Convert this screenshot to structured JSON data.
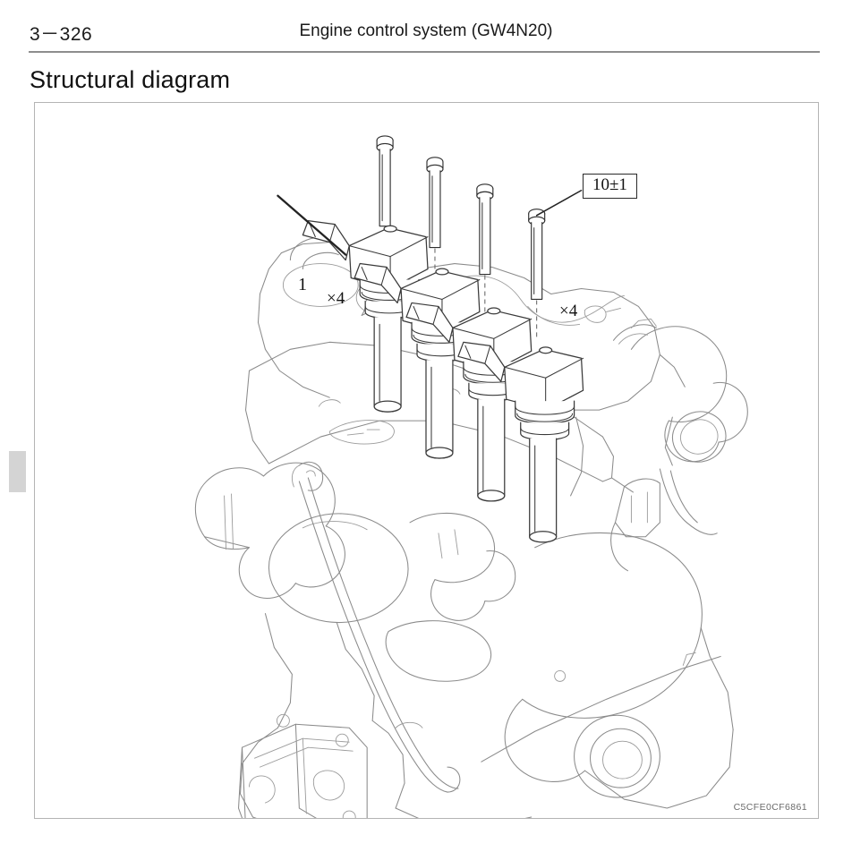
{
  "header": {
    "page_number": "3－326",
    "title": "Engine control system (GW4N20)"
  },
  "section": {
    "title": "Structural diagram"
  },
  "figure": {
    "code": "C5CFE0CF6861",
    "callouts": {
      "part_index": "1",
      "qty_left": "×4",
      "qty_right": "×4",
      "torque_spec": "10±1"
    },
    "colors": {
      "engine_line": "#8b8b8b",
      "part_line": "#3a3a3a",
      "frame_border": "#b4b4b4",
      "rule": "#8d8d8d",
      "tab_marker": "#d4d4d4",
      "figure_code": "#6b6b6b"
    }
  }
}
